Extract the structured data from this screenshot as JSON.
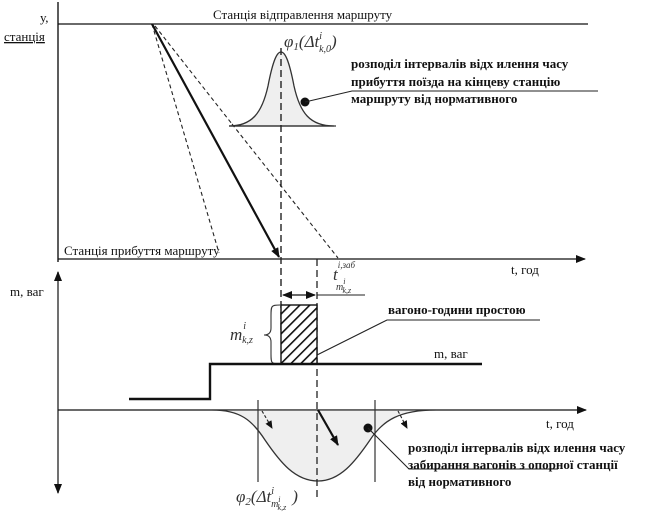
{
  "top_panel": {
    "y_axis_label_1": "у,",
    "y_axis_label_2": "станція",
    "departure_station": "Станція відправлення маршруту",
    "arrival_station": "Станція прибуття маршруту",
    "x_axis_label": "t, год",
    "distribution_symbol": "φ",
    "distribution_index": "1",
    "distribution_arg": "(Δt",
    "distribution_arg_sup": "i",
    "distribution_arg_sub": "k,0",
    "distribution_arg_close": ")",
    "note_lines": [
      "розподіл інтервалів відх илення часу",
      "прибуття поїзда на кінцеву станцію",
      "маршруту від нормативного"
    ],
    "pickup_time_base": "t",
    "pickup_time_sup": "i,заб",
    "pickup_time_sub_base": "m",
    "pickup_time_sub_sup": "i",
    "pickup_time_sub_sub": "k,z"
  },
  "bottom_panel": {
    "y_axis_label": "m, ваг",
    "x_axis_label": "t, год",
    "wagons_label": "m, ваг",
    "brace_base": "m",
    "brace_sup": "i",
    "brace_sub": "k,z",
    "idle_label": "вагоно-години простою",
    "distribution_symbol": "φ",
    "distribution_index": "2",
    "distribution_arg": "(Δt",
    "distribution_arg_sup": "i",
    "distribution_arg_sub_base": "m",
    "distribution_arg_sub_sup": "i",
    "distribution_arg_sub_sub": "k,z",
    "distribution_arg_close": ")",
    "note_lines": [
      "розподіл інтервалів відх илення часу",
      "забирання вагонів з опорної станції",
      "від нормативного"
    ]
  },
  "colors": {
    "line": "#1a1a1a",
    "fill": "#eeeeee",
    "axis": "#333333"
  }
}
